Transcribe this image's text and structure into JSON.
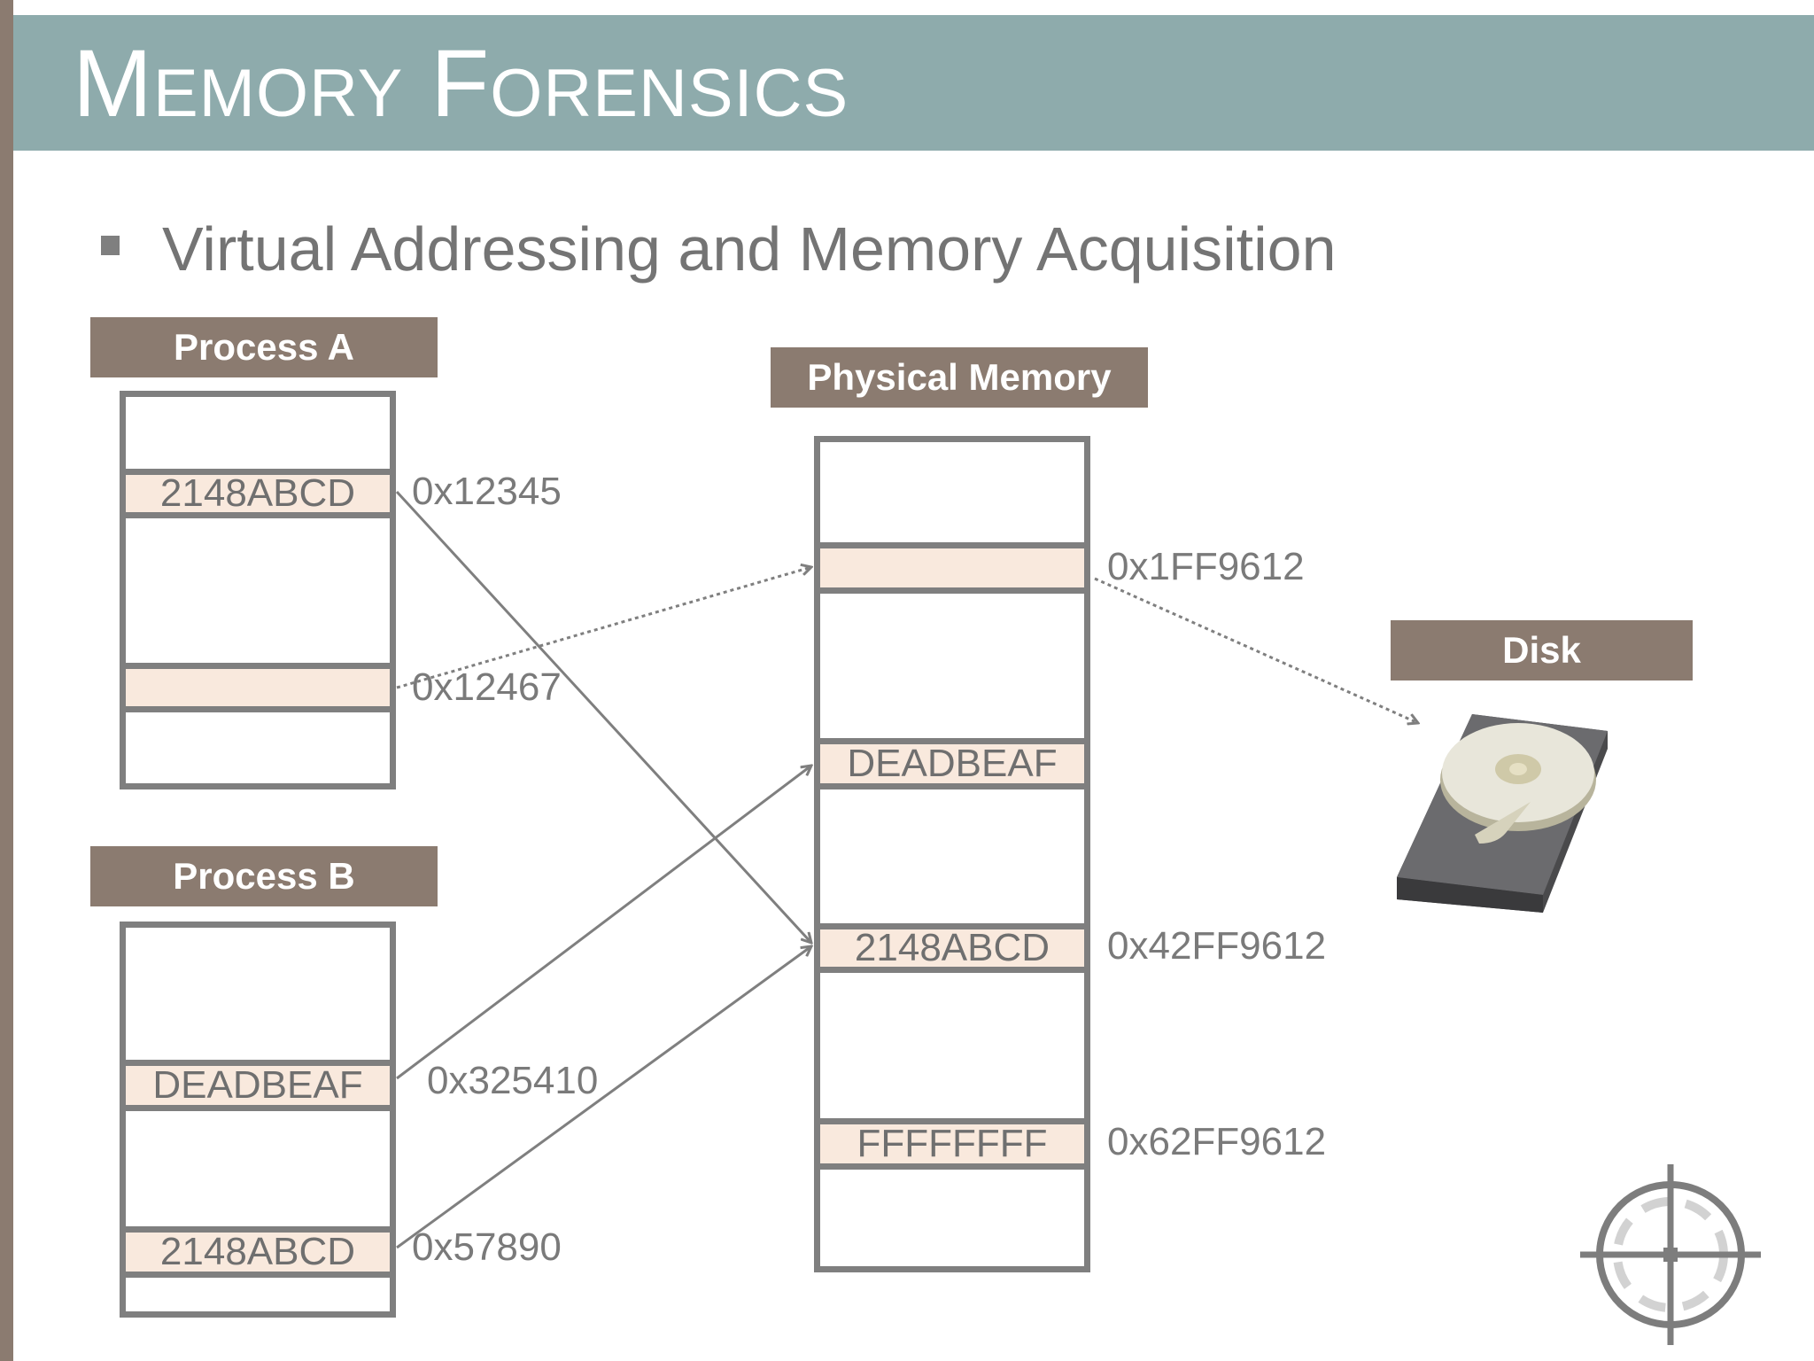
{
  "slide": {
    "title": "Memory Forensics",
    "bullet": "Virtual Addressing and Memory Acquisition"
  },
  "process_a": {
    "label": "Process A",
    "rows": [
      "2148ABCD",
      ""
    ],
    "addresses": [
      "0x12345",
      "0x12467"
    ]
  },
  "process_b": {
    "label": "Process B",
    "rows": [
      "DEADBEAF",
      "2148ABCD"
    ],
    "addresses": [
      "0x325410",
      "0x57890"
    ]
  },
  "physical": {
    "label": "Physical Memory",
    "rows": [
      "",
      "DEADBEAF",
      "2148ABCD",
      "FFFFFFFF"
    ],
    "addresses": [
      "0x1FF9612",
      "0x42FF9612",
      "0x62FF9612"
    ]
  },
  "disk": {
    "label": "Disk"
  },
  "colors": {
    "header_band": "#8eabac",
    "label_bg": "#8b7b70",
    "row_fill": "#f9e9dd",
    "box_border": "#7f7f7f"
  }
}
